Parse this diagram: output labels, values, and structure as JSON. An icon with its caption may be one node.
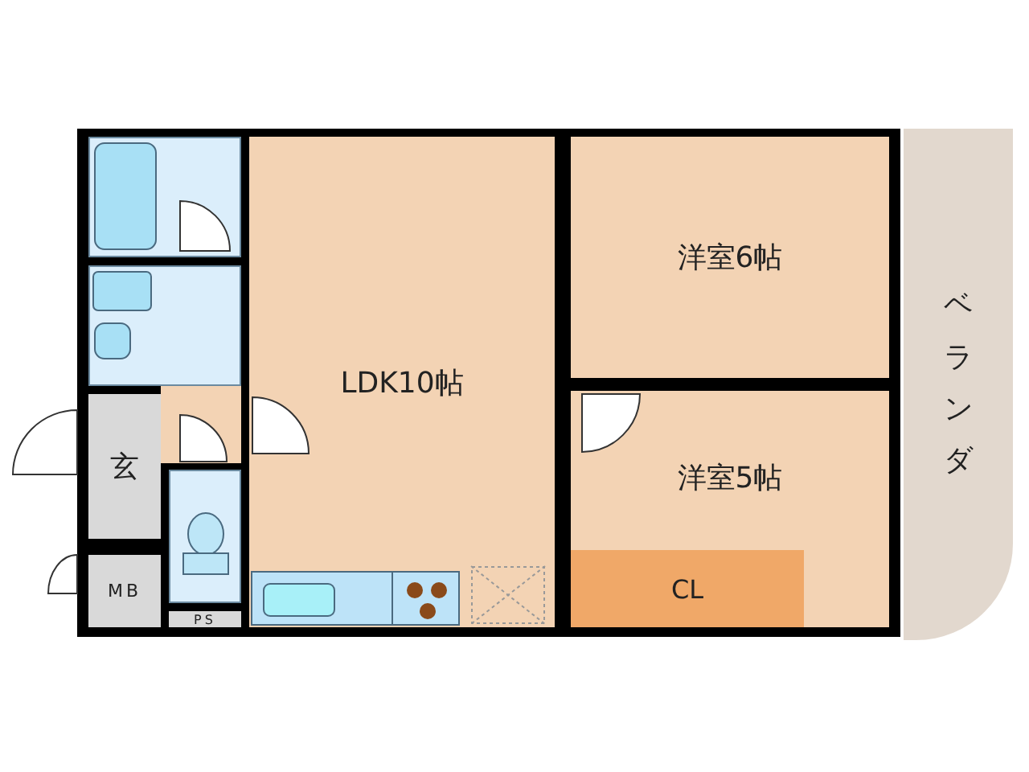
{
  "diagram": {
    "nodes": [
      {
        "text": [],
        "shape": "box"
      },
      {
        "text": [
          "LDK10帖"
        ]
      },
      {
        "text": [
          "洋室6帖"
        ]
      },
      {
        "text": [
          "ベランダ"
        ]
      },
      {
        "text": [],
        "shape": "box"
      },
      {
        "text": [
          "洋室5帖"
        ]
      },
      {
        "text": [
          "玄"
        ]
      },
      {
        "text": [],
        "shape": "box"
      },
      {
        "text": [
          "CL"
        ],
        "in": 5
      },
      {
        "text": [
          "MB"
        ]
      },
      {
        "text": [
          "PS"
        ]
      }
    ]
  }
}
